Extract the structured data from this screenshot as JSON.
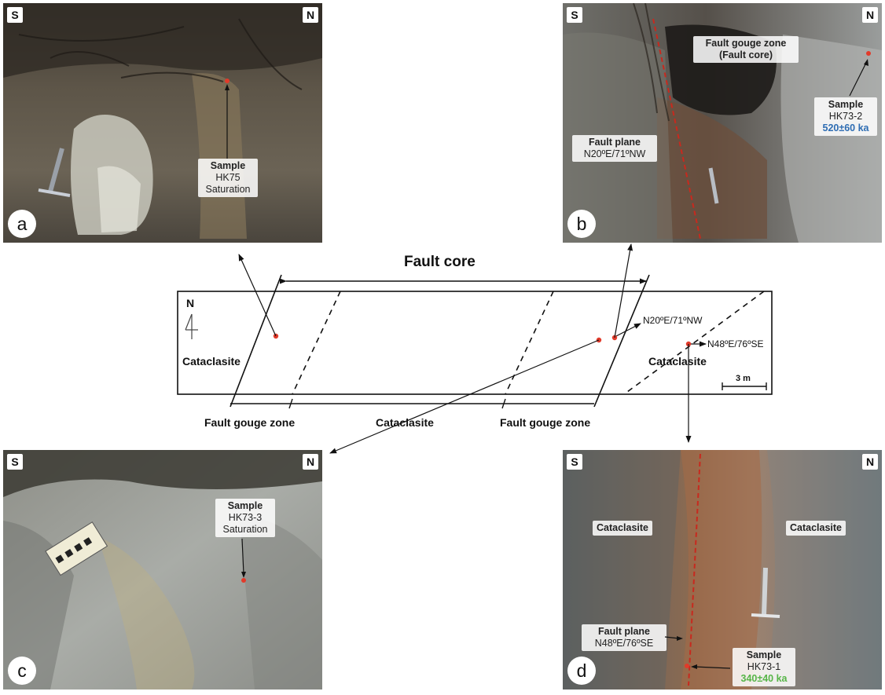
{
  "panels": {
    "a": {
      "letter": "a",
      "left_dir": "S",
      "right_dir": "N",
      "sample_title": "Sample",
      "sample_id": "HK75",
      "sample_result": "Saturation"
    },
    "b": {
      "letter": "b",
      "left_dir": "S",
      "right_dir": "N",
      "gouge_title": "Fault gouge zone",
      "gouge_sub": "(Fault core)",
      "plane_title": "Fault plane",
      "plane_orientation": "N20ºE/71ºNW",
      "sample_title": "Sample",
      "sample_id": "HK73-2",
      "sample_age": "520±60 ka"
    },
    "c": {
      "letter": "c",
      "left_dir": "S",
      "right_dir": "N",
      "sample_title": "Sample",
      "sample_id": "HK73-3",
      "sample_result": "Saturation"
    },
    "d": {
      "letter": "d",
      "left_dir": "S",
      "right_dir": "N",
      "cataclasite_left": "Cataclasite",
      "cataclasite_right": "Cataclasite",
      "plane_title": "Fault plane",
      "plane_orientation": "N48ºE/76ºSE",
      "sample_title": "Sample",
      "sample_id": "HK73-1",
      "sample_age": "340±40 ka"
    }
  },
  "diagram": {
    "fault_core_label": "Fault core",
    "north_label": "N",
    "left_unit": "Cataclasite",
    "right_unit": "Cataclasite",
    "plane1": "N20ºE/71ºNW",
    "plane2": "N48ºE/76ºSE",
    "scale_label": "3 m",
    "bottom_zones": [
      "Fault gouge zone",
      "Cataclasite",
      "Fault gouge zone"
    ]
  },
  "colors": {
    "age_blue": "#2e6db3",
    "age_green": "#57b548",
    "sample_dot": "#e23a2a"
  }
}
